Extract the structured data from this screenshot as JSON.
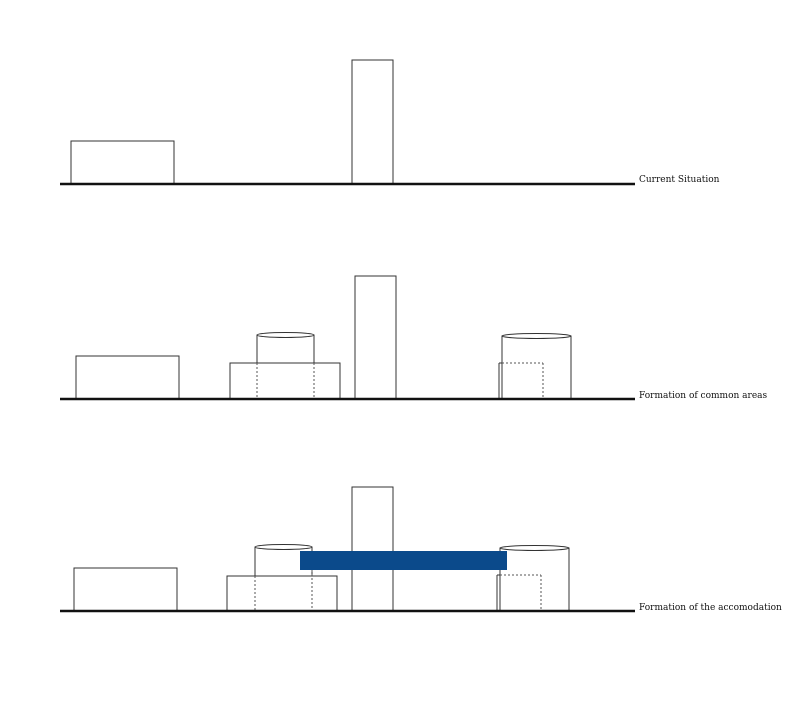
{
  "stages": [
    {
      "id": "current",
      "label": "Current Situation"
    },
    {
      "id": "common",
      "label": "Formation of common areas"
    },
    {
      "id": "accommodation",
      "label": "Formation of the accomodation"
    }
  ],
  "colors": {
    "line": "#333333",
    "ground": "#111111",
    "accommodation_block": "#0b4a8b"
  }
}
